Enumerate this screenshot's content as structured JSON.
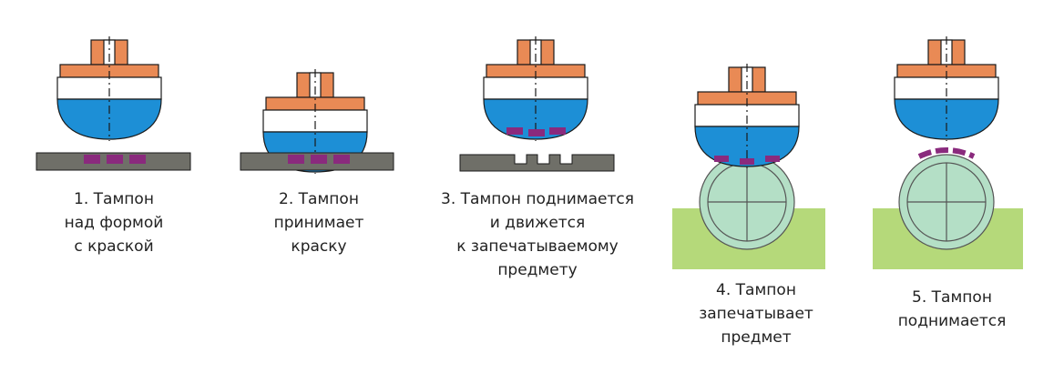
{
  "colors": {
    "orange": "#e98a55",
    "blue": "#1d8fd6",
    "white_band": "#ffffff",
    "outline": "#1a1a1a",
    "plate": "#6f6f68",
    "ink": "#8a2a7d",
    "cylinder": "#b4dfc6",
    "base": "#b5d97a"
  },
  "steps": [
    {
      "caption": [
        "1. Тампон",
        "над формой",
        "с краской"
      ]
    },
    {
      "caption": [
        "2. Тампон",
        "принимает",
        "краску"
      ]
    },
    {
      "caption": [
        "3. Тампон поднимается",
        "и движется",
        "к запечатываемому",
        "предмету"
      ]
    },
    {
      "caption": [
        "4. Тампон",
        "запечатывает",
        "предмет"
      ]
    },
    {
      "caption": [
        "5. Тампон",
        "поднимается"
      ]
    }
  ]
}
